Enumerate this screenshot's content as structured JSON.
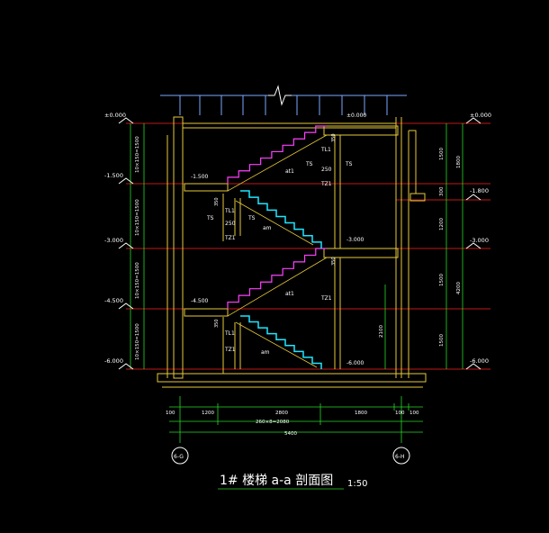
{
  "drawing": {
    "title": "1# 楼梯 a-a 剖面图",
    "scale": "1:50",
    "colors": {
      "background": "#000000",
      "wall": "#e6c83a",
      "stair_upper": "#ff40ff",
      "stair_lower": "#1ee6ff",
      "dim_green": "#26d826",
      "level_red": "#ff2020",
      "white": "#ffffff",
      "railing_blue": "#7aa8ff"
    }
  },
  "levels": {
    "left": [
      "±0.000",
      "-1.500",
      "-3.000",
      "-4.500",
      "-6.000"
    ],
    "right": [
      "±0.000",
      "-1.800",
      "-3.000",
      "-6.000"
    ],
    "internal": [
      "-1.500",
      "±0.000",
      "-3.000",
      "-4.500",
      "-6.000"
    ]
  },
  "vertical_dims_left": [
    "10×150=1500",
    "10×150=1500",
    "10×150=1500",
    "10×150=1500"
  ],
  "vertical_dims_right_inner": [
    "1500",
    "300",
    "1200",
    "1500",
    "1500"
  ],
  "vertical_dims_right_outer": [
    "1800",
    "4200"
  ],
  "bottom_dims": {
    "row1": [
      "100",
      "1200",
      "2800",
      "1800",
      "100",
      "100"
    ],
    "row2": "260×8=2080",
    "total": "5400"
  },
  "axes": [
    "6-G",
    "6-H"
  ],
  "labels": {
    "tl1": "TL1",
    "tz1": "TZ1",
    "ts": "TS",
    "at1": "at1",
    "am": "am",
    "dim250": "250",
    "dim350": "350",
    "dim2100": "2100"
  }
}
